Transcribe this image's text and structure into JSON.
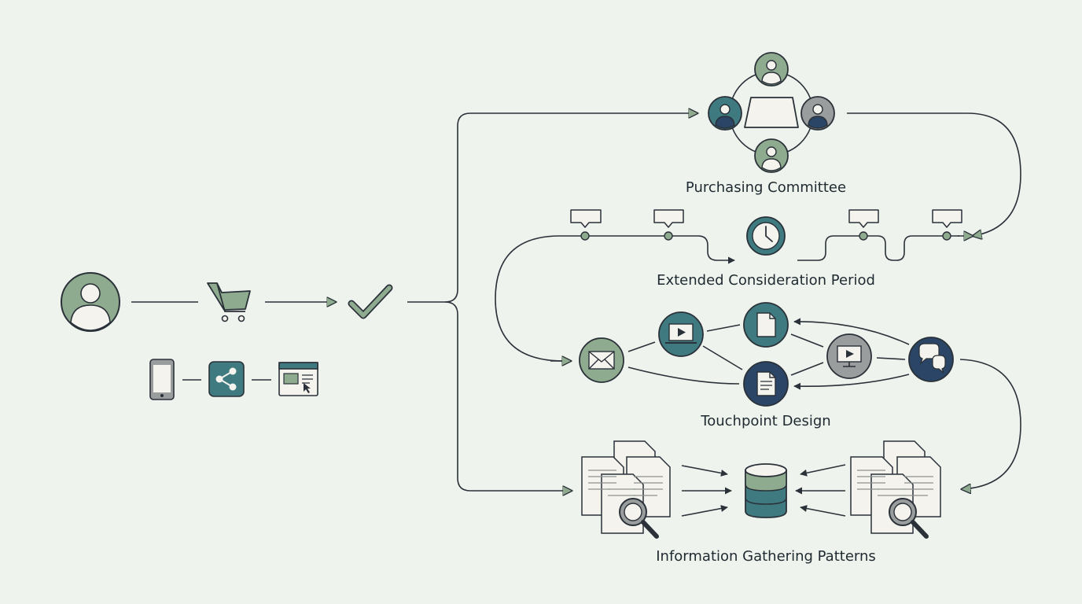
{
  "labels": {
    "purchasing_committee": "Purchasing Committee",
    "extended_consideration": "Extended Consideration Period",
    "touchpoint_design": "Touchpoint Design",
    "information_gathering": "Information Gathering Patterns"
  },
  "icons": {
    "buyer": "user-avatar-icon",
    "cart": "shopping-cart-icon",
    "check": "checkmark-icon",
    "mobile": "smartphone-icon",
    "share": "share-icon",
    "browser": "browser-window-icon",
    "committee_table": "meeting-table-icon",
    "clock": "clock-icon",
    "email": "envelope-icon",
    "video": "video-play-icon",
    "document": "document-icon",
    "chat": "chat-bubbles-icon",
    "database": "database-icon",
    "research": "magnifier-documents-icon"
  },
  "colors": {
    "background": "#eef3ee",
    "sage": "#8fab8f",
    "teal": "#3e7a80",
    "navy": "#2b4566",
    "grey": "#9a9d9d",
    "paper": "#f5f3ee",
    "line": "#2a3138"
  }
}
